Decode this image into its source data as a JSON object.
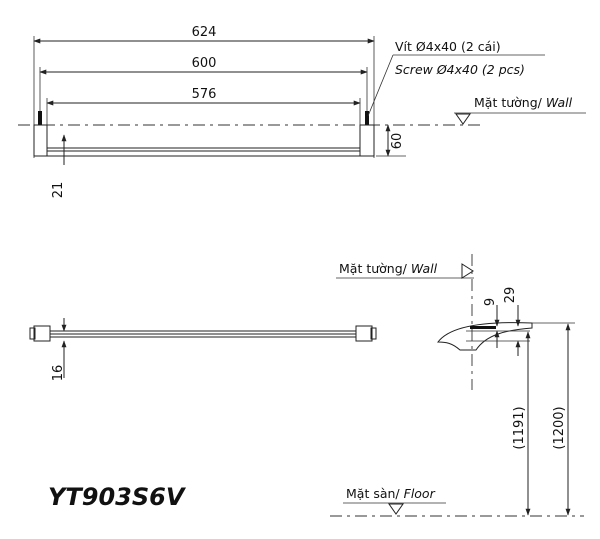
{
  "top_view": {
    "dim_overall": "624",
    "dim_mount": "600",
    "dim_bar": "576",
    "dim_depth": "60",
    "dim_gap": "21",
    "screw_note_vn": "Vít Ø4x40 (2 cái)",
    "screw_note_en": "Screw Ø4x40 (2 pcs)",
    "wall_label_vn": "Mặt tường/",
    "wall_label_en": "Wall"
  },
  "front_view": {
    "dim_height": "16"
  },
  "side_view": {
    "wall_label_vn": "Mặt tường/",
    "wall_label_en": "Wall",
    "dim_9": "9",
    "dim_29": "29",
    "dim_1191": "(1191)",
    "dim_1200": "(1200)",
    "floor_label_vn": "Mặt sàn/",
    "floor_label_en": "Floor"
  },
  "model_code": "YT903S6V"
}
